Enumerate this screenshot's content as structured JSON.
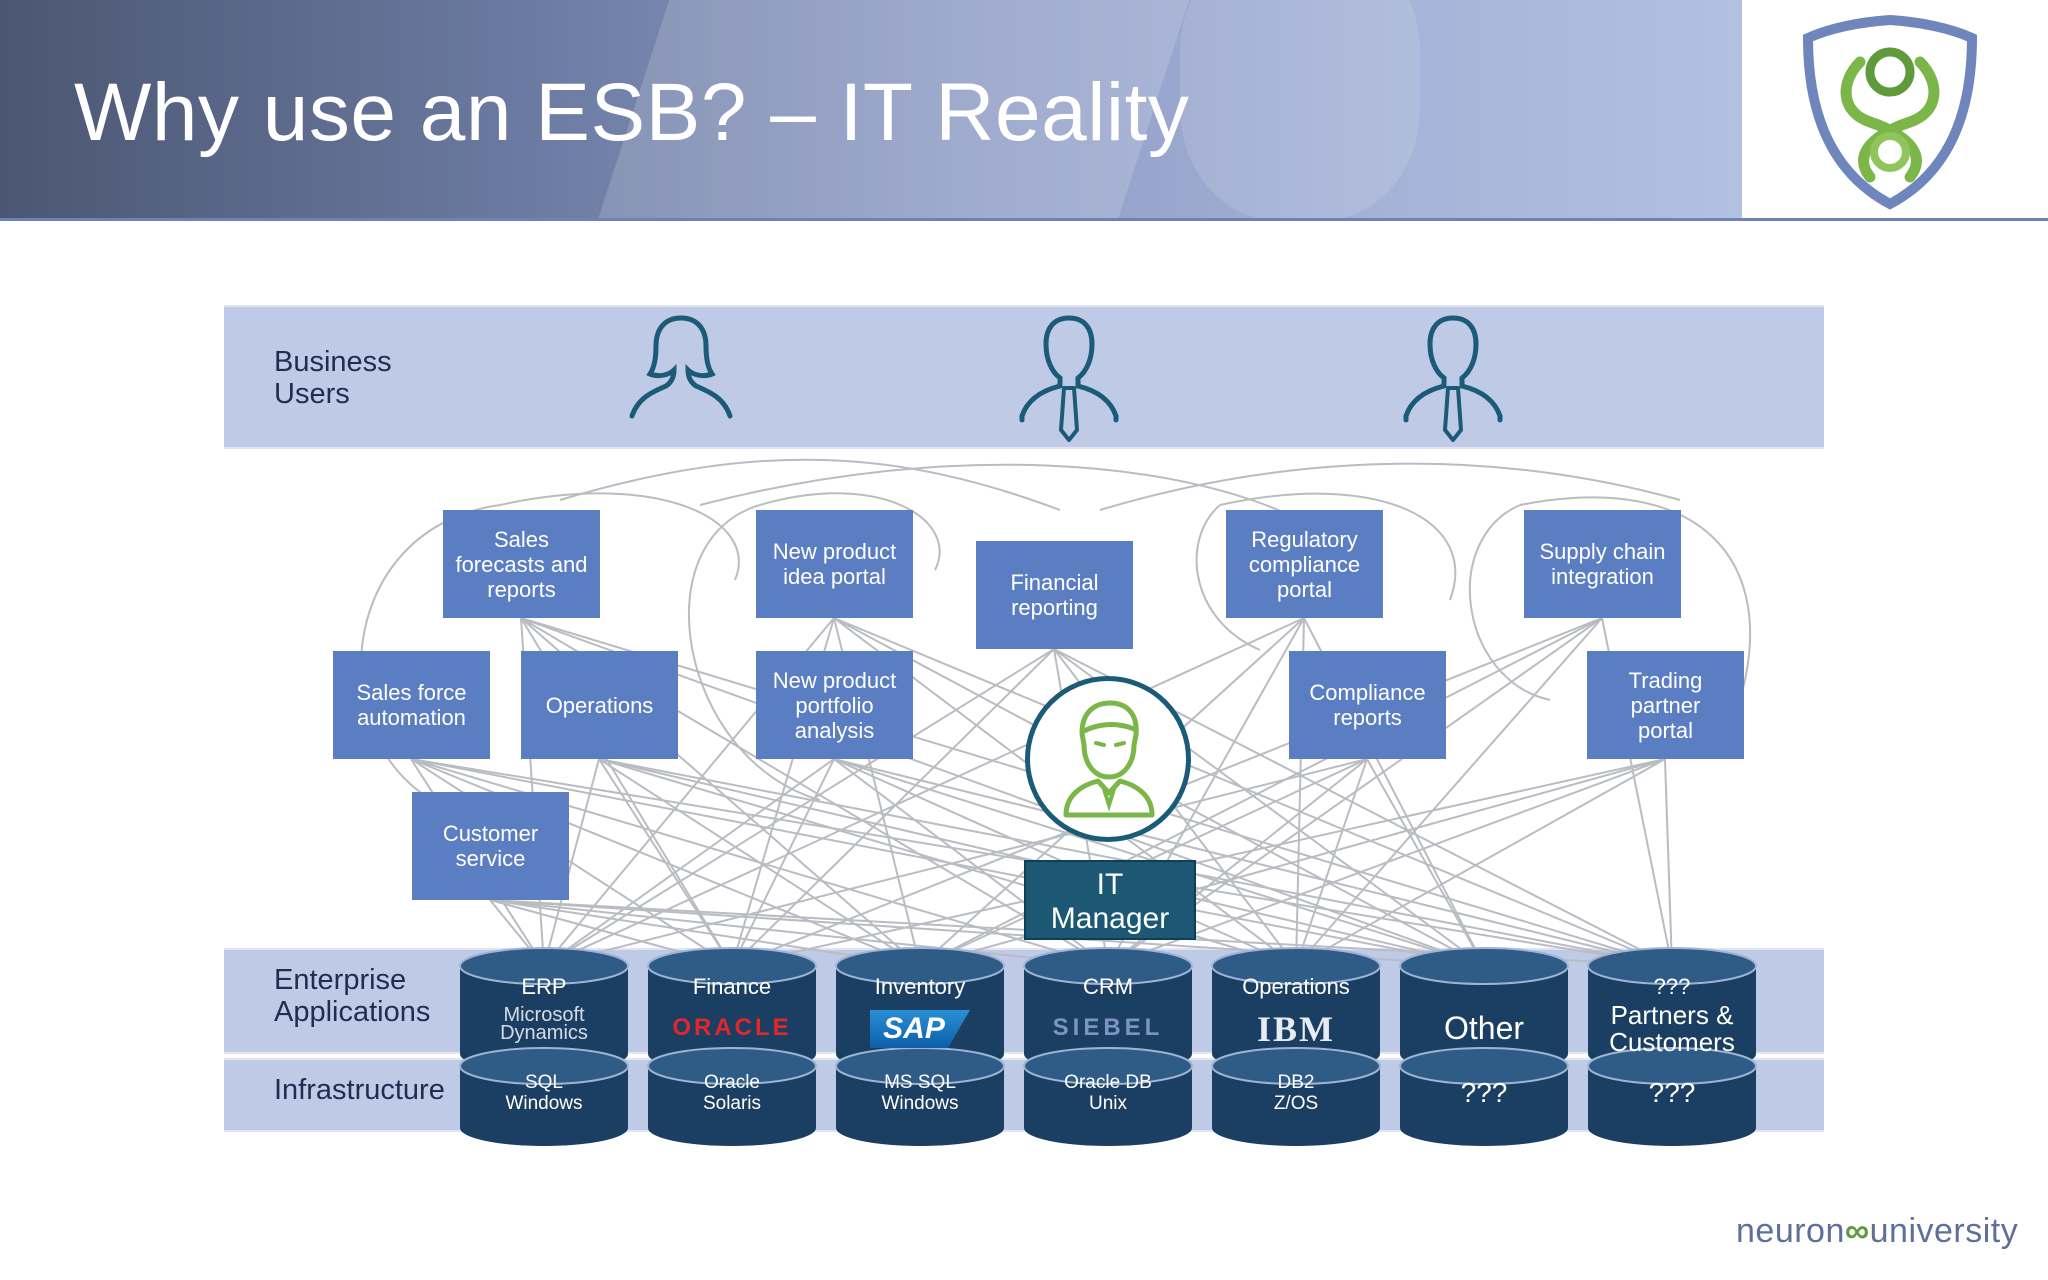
{
  "slide": {
    "title": "Why use an ESB? – IT Reality"
  },
  "bands": {
    "business_users": "Business\nUsers",
    "enterprise_applications": "Enterprise\nApplications",
    "infrastructure": "Infrastructure"
  },
  "portals": [
    {
      "label": "Sales\nforecasts and\nreports"
    },
    {
      "label": "New product\nidea portal"
    },
    {
      "label": "Financial\nreporting"
    },
    {
      "label": "Regulatory\ncompliance\nportal"
    },
    {
      "label": "Supply chain\nintegration"
    },
    {
      "label": "Sales force\nautomation"
    },
    {
      "label": "Operations"
    },
    {
      "label": "New product\nportfolio\nanalysis"
    },
    {
      "label": "Compliance\nreports"
    },
    {
      "label": "Trading\npartner\nportal"
    },
    {
      "label": "Customer\nservice"
    }
  ],
  "it_manager": "IT\nManager",
  "systems": [
    {
      "app": "ERP",
      "vendor": "Microsoft\nDynamics",
      "infra": "SQL\nWindows"
    },
    {
      "app": "Finance",
      "vendor": "ORACLE",
      "infra": "Oracle\nSolaris"
    },
    {
      "app": "Inventory",
      "vendor": "SAP",
      "infra": "MS SQL\nWindows"
    },
    {
      "app": "CRM",
      "vendor": "SIEBEL",
      "infra": "Oracle DB\nUnix"
    },
    {
      "app": "Operations",
      "vendor": "IBM",
      "infra": "DB2\nZ/OS"
    },
    {
      "app": "",
      "vendor": "Other",
      "infra": "???"
    },
    {
      "app": "???",
      "vendor": "Partners &\nCustomers",
      "infra": "???"
    }
  ],
  "watermark": {
    "left": "neuron",
    "right": "university"
  },
  "colors": {
    "box": "#5b7ec2",
    "band": "#bfcae6",
    "db": "#1b3f62",
    "it_manager": "#1c5873",
    "icon": "#1b5b78",
    "green": "#7ab648"
  },
  "icons": [
    "female-user-icon",
    "male-user-icon",
    "male-user-icon",
    "it-manager-icon",
    "neuron-logo-icon"
  ]
}
